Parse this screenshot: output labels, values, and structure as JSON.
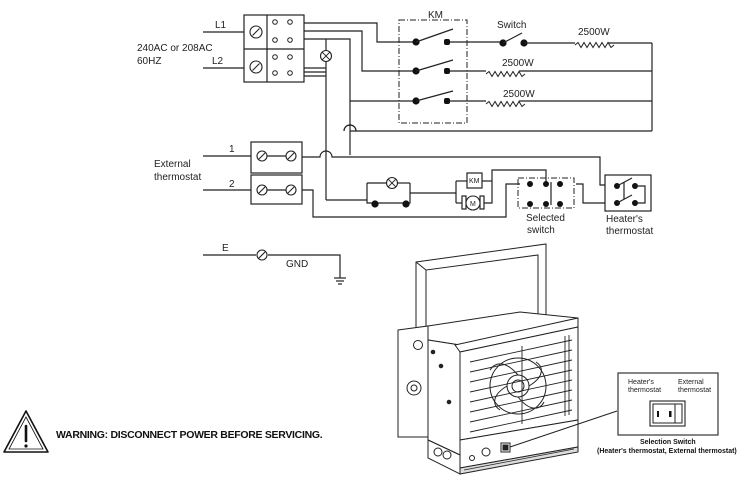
{
  "power": {
    "supply_label_line1": "240AC or 208AC",
    "supply_label_line2": "60HZ",
    "l1": "L1",
    "l2": "L2"
  },
  "contactor": {
    "label": "KM"
  },
  "switch": {
    "label": "Switch"
  },
  "heating_elements": [
    {
      "label": "2500W"
    },
    {
      "label": "2500W"
    },
    {
      "label": "2500W"
    }
  ],
  "external_thermostat": {
    "label_line1": "External",
    "label_line2": "thermostat",
    "terminal_1": "1",
    "terminal_2": "2"
  },
  "control_circuit": {
    "km_coil": "KM",
    "motor": "M",
    "selected_switch_line1": "Selected",
    "selected_switch_line2": "switch",
    "heaters_thermostat_line1": "Heater's",
    "heaters_thermostat_line2": "thermostat"
  },
  "ground": {
    "e": "E",
    "gnd": "GND"
  },
  "warning": {
    "text": "WARNING: DISCONNECT POWER BEFORE SERVICING."
  },
  "selection_switch": {
    "left_label_line1": "Heater's",
    "left_label_line2": "thermostat",
    "right_label_line1": "External",
    "right_label_line2": "thermostat",
    "title": "Selection Switch",
    "subtitle": "(Heater's thermostat, External thermostat)"
  }
}
